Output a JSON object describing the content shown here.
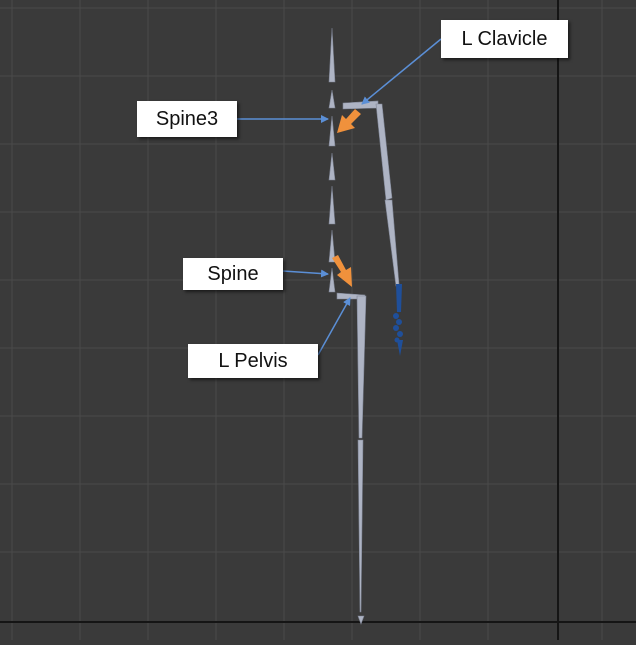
{
  "labels": {
    "l_clavicle": "L Clavicle",
    "spine3": "Spine3",
    "spine": "Spine",
    "l_pelvis": "L Pelvis"
  },
  "colors": {
    "background": "#3a3a3a",
    "grid_minor": "#4a4a4a",
    "grid_major": "#151515",
    "bone": "#aeb4c4",
    "bone_dark": "#7e8494",
    "callout_arrow": "#5b8fd6",
    "highlight_arrow": "#f0913c",
    "hand_blue": "#1f4f9a"
  }
}
